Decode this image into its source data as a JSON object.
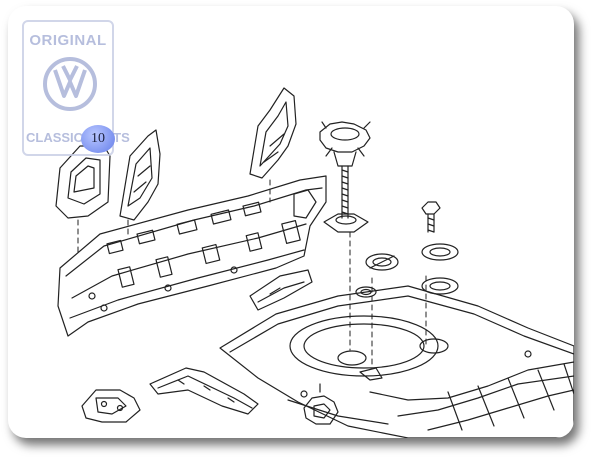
{
  "watermark": {
    "top_text": "ORIGINAL",
    "bottom_text": "CLASSIC PARTS"
  },
  "callouts": [
    {
      "label": "10"
    }
  ],
  "colors": {
    "line": "#222222",
    "callout_fill": "#7d93f0",
    "watermark": "#aab3d8",
    "frame_shadow": "#555555"
  },
  "icons": [
    "vw-logo-icon"
  ]
}
